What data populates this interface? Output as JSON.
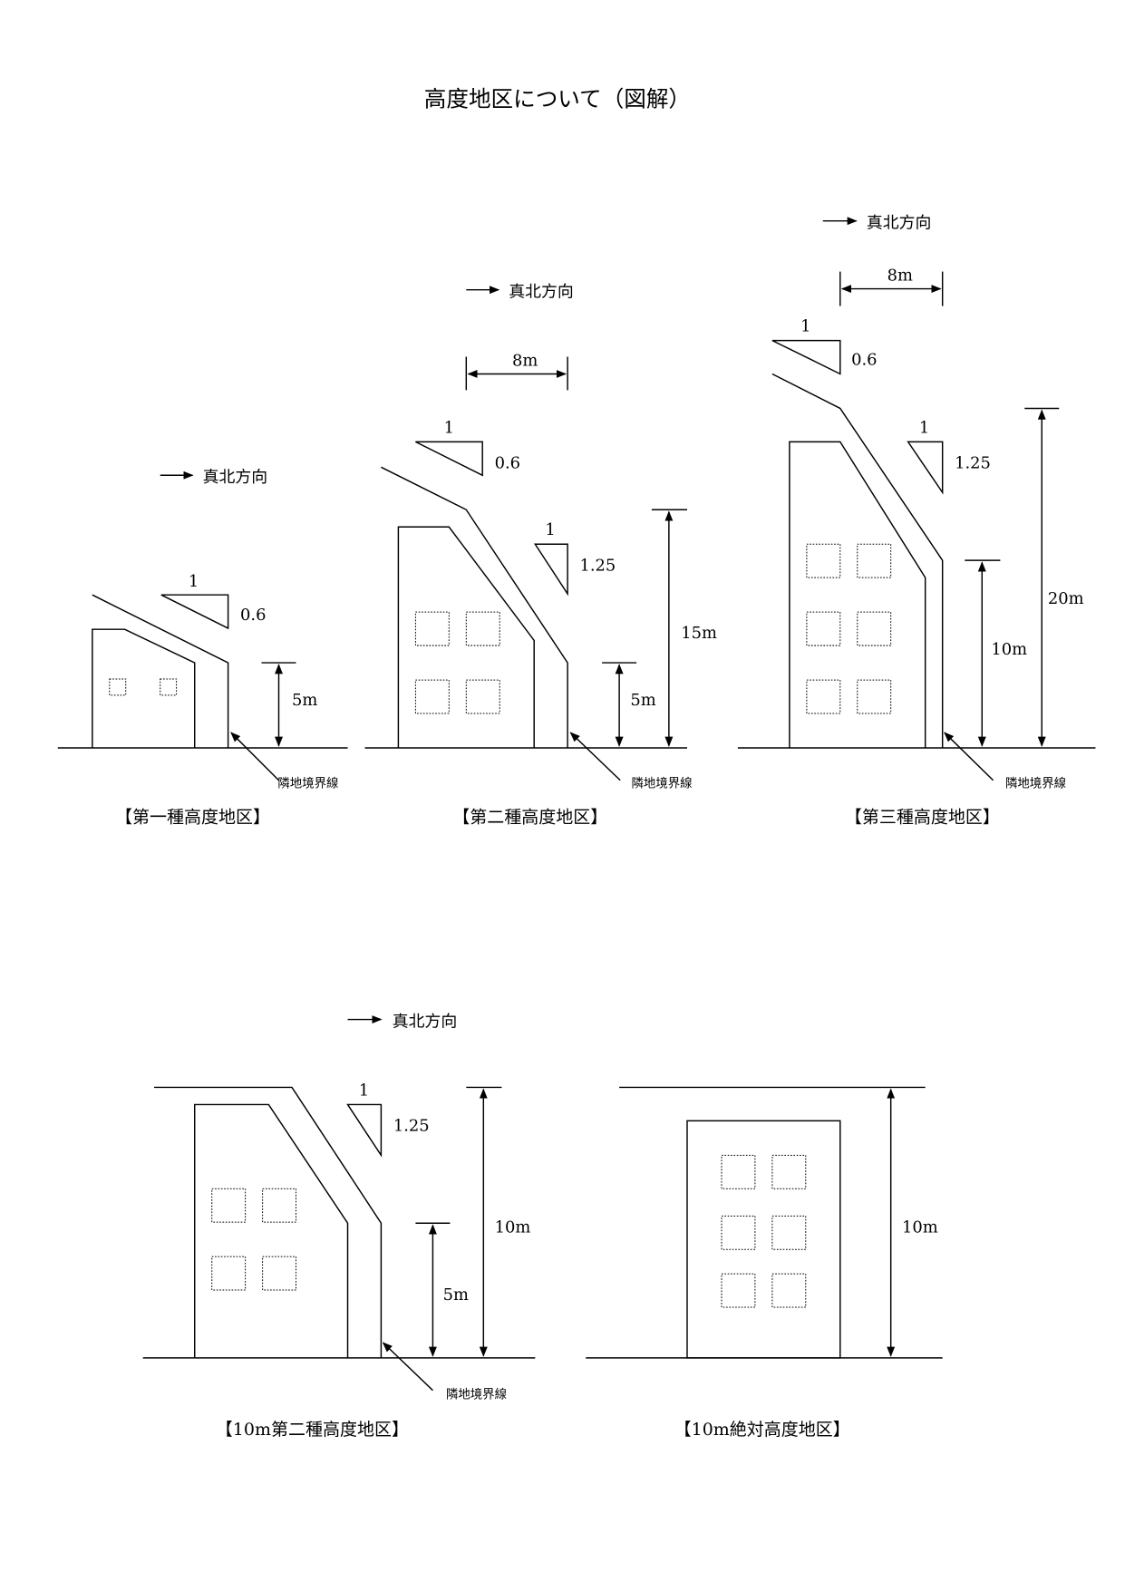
{
  "title": "高度地区について（図解）",
  "north_label": "真北方向",
  "boundary_label": "隣地境界線",
  "diagrams": [
    {
      "caption": "【第一種高度地区】",
      "slope_run": "1",
      "slope_rise": "0.6",
      "height": "5m"
    },
    {
      "caption": "【第二種高度地区】",
      "width": "8m",
      "slope1_run": "1",
      "slope1_rise": "0.6",
      "slope2_run": "1",
      "slope2_rise": "1.25",
      "height_low": "5m",
      "height_high": "15m"
    },
    {
      "caption": "【第三種高度地区】",
      "width": "8m",
      "slope1_run": "1",
      "slope1_rise": "0.6",
      "slope2_run": "1",
      "slope2_rise": "1.25",
      "height_low": "10m",
      "height_high": "20m"
    },
    {
      "caption": "【10m第二種高度地区】",
      "slope_run": "1",
      "slope_rise": "1.25",
      "height_low": "5m",
      "height_high": "10m"
    },
    {
      "caption": "【10m絶対高度地区】",
      "height": "10m"
    }
  ]
}
